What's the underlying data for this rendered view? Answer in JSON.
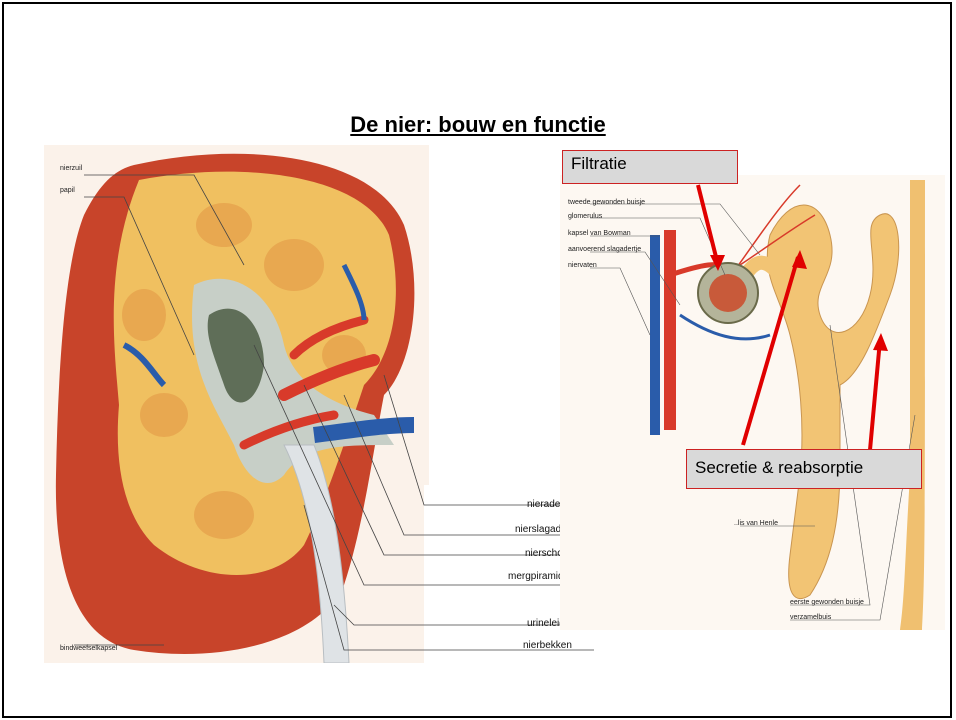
{
  "slide": {
    "title": "De nier: bouw en functie"
  },
  "kidney_labels": {
    "nierzuil": "nierzuil",
    "papil": "papil",
    "bindweefselkapsel": "bindweefselkapsel",
    "nierader": "nierader",
    "nierslagader": "nierslagader",
    "nierschors": "nierschors",
    "mergpiramide": "mergpiramide",
    "urineleider": "urineleider",
    "nierbekken": "nierbekken"
  },
  "nephron_labels": {
    "tweede": "tweede gewonden buisje",
    "glomerulus": "glomerulus",
    "kapsel": "kapsel van Bowman",
    "aanvoerend": "aanvoerend slagadertje",
    "niervaten": "niervaten",
    "henle": "..lis van Henle",
    "eerste": "eerste gewonden buisje",
    "verzamelbuis": "verzamelbuis"
  },
  "callouts": {
    "filtratie": "Filtratie",
    "secretie": "Secretie & reabsorptie"
  },
  "colors": {
    "callout_fill": "#d9d9d9",
    "callout_border": "#cc2222",
    "arrow": "#e00000",
    "kidney_capsule": "#c8442a",
    "cortex": "#f0c060",
    "vein": "#2a5caa",
    "artery": "#d83a2a"
  }
}
